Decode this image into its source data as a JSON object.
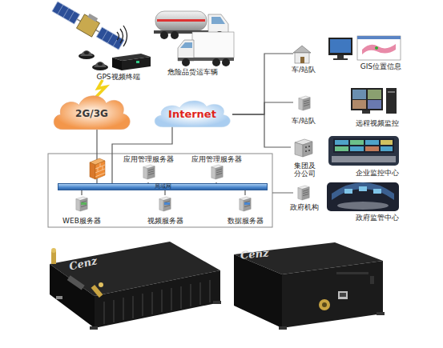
{
  "diagram": {
    "nodes": [
      {
        "text": [
          "GPS视频终端"
        ]
      },
      {
        "text": [
          "危险品货运车辆"
        ]
      },
      {
        "text": [
          "2G/3G"
        ]
      },
      {
        "text": [
          "Internet"
        ]
      },
      {
        "text": [
          "应用管理服务器"
        ]
      },
      {
        "text": [
          "应用管理服务器"
        ]
      },
      {
        "text": [
          "局域网"
        ]
      },
      {
        "text": [
          "WEB服务器"
        ]
      },
      {
        "text": [
          "视频服务器"
        ]
      },
      {
        "text": [
          "数据服务器"
        ]
      },
      {
        "text": [
          "车/站队"
        ]
      },
      {
        "text": [
          "GIS位置信息"
        ]
      },
      {
        "text": [
          "车/站队"
        ]
      },
      {
        "text": [
          "远程视频监控"
        ]
      },
      {
        "text": [
          "集团及 分公司"
        ]
      },
      {
        "text": [
          "企业监控中心"
        ]
      },
      {
        "text": [
          "政府机构"
        ]
      },
      {
        "text": [
          "政府监管中心"
        ]
      }
    ],
    "edges": [
      {
        "from": 0,
        "to": 2,
        "arrow": "none"
      },
      {
        "from": 2,
        "to": 6,
        "arrow": "none"
      },
      {
        "from": 3,
        "to": 6,
        "arrow": "none"
      },
      {
        "from": 3,
        "to": 10,
        "arrow": "none"
      },
      {
        "from": 3,
        "to": 12,
        "arrow": "none"
      },
      {
        "from": 3,
        "to": 14,
        "arrow": "none"
      },
      {
        "from": 4,
        "to": 6,
        "arrow": "none"
      },
      {
        "from": 5,
        "to": 6,
        "arrow": "none"
      },
      {
        "from": 7,
        "to": 6,
        "arrow": "none"
      },
      {
        "from": 8,
        "to": 6,
        "arrow": "none"
      },
      {
        "from": 9,
        "to": 6,
        "arrow": "none"
      }
    ],
    "labels": [
      "Cenz",
      "Cenz"
    ]
  }
}
